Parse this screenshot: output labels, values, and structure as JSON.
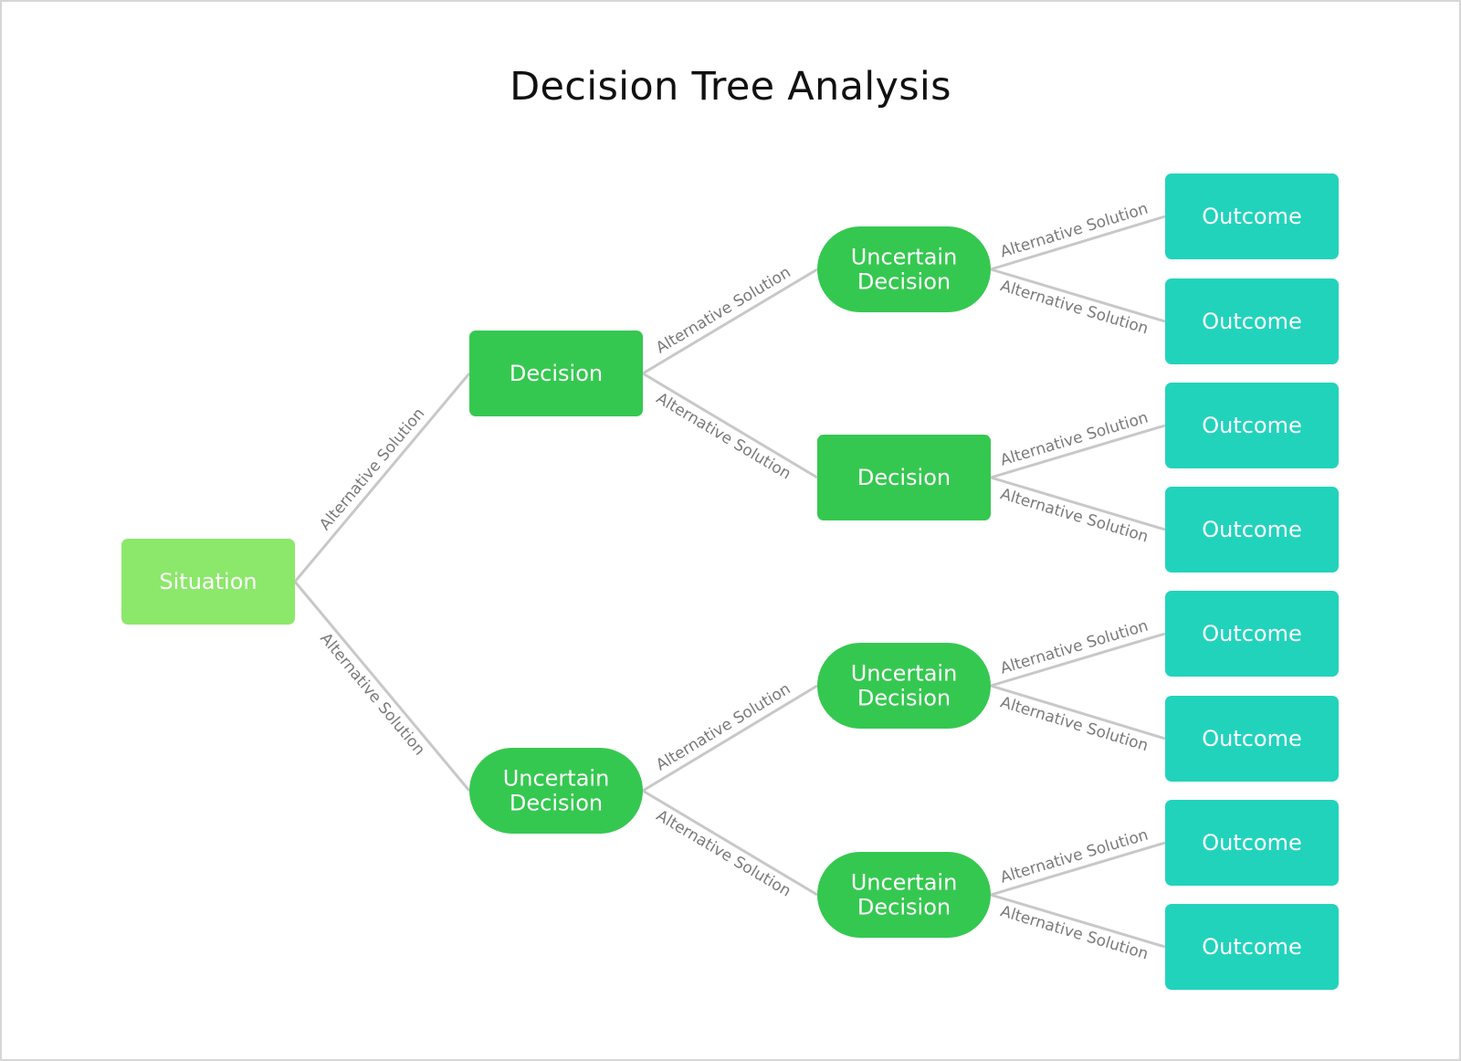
{
  "title": "Decision Tree Analysis",
  "edge_label": "Alternative Solution",
  "colors": {
    "situation": "#8be86a",
    "decision": "#35c850",
    "outcome": "#22d3bc",
    "edge": "#c8c8c8"
  },
  "nodes": [
    {
      "id": "situation",
      "kind": "situation",
      "shape": "rect",
      "lines": [
        "Situation"
      ]
    },
    {
      "id": "decision-1",
      "kind": "decision",
      "shape": "rect",
      "lines": [
        "Decision"
      ]
    },
    {
      "id": "uncertain-1",
      "kind": "decision",
      "shape": "pill",
      "lines": [
        "Uncertain",
        "Decision"
      ]
    },
    {
      "id": "uncertain-2",
      "kind": "decision",
      "shape": "pill",
      "lines": [
        "Uncertain",
        "Decision"
      ]
    },
    {
      "id": "decision-2",
      "kind": "decision",
      "shape": "rect",
      "lines": [
        "Decision"
      ]
    },
    {
      "id": "uncertain-3",
      "kind": "decision",
      "shape": "pill",
      "lines": [
        "Uncertain",
        "Decision"
      ]
    },
    {
      "id": "uncertain-4",
      "kind": "decision",
      "shape": "pill",
      "lines": [
        "Uncertain",
        "Decision"
      ]
    },
    {
      "id": "outcome-1",
      "kind": "outcome",
      "shape": "rect",
      "lines": [
        "Outcome"
      ]
    },
    {
      "id": "outcome-2",
      "kind": "outcome",
      "shape": "rect",
      "lines": [
        "Outcome"
      ]
    },
    {
      "id": "outcome-3",
      "kind": "outcome",
      "shape": "rect",
      "lines": [
        "Outcome"
      ]
    },
    {
      "id": "outcome-4",
      "kind": "outcome",
      "shape": "rect",
      "lines": [
        "Outcome"
      ]
    },
    {
      "id": "outcome-5",
      "kind": "outcome",
      "shape": "rect",
      "lines": [
        "Outcome"
      ]
    },
    {
      "id": "outcome-6",
      "kind": "outcome",
      "shape": "rect",
      "lines": [
        "Outcome"
      ]
    },
    {
      "id": "outcome-7",
      "kind": "outcome",
      "shape": "rect",
      "lines": [
        "Outcome"
      ]
    },
    {
      "id": "outcome-8",
      "kind": "outcome",
      "shape": "rect",
      "lines": [
        "Outcome"
      ]
    }
  ],
  "edges": [
    {
      "from": "situation",
      "to": "decision-1"
    },
    {
      "from": "situation",
      "to": "uncertain-2"
    },
    {
      "from": "decision-1",
      "to": "uncertain-1"
    },
    {
      "from": "decision-1",
      "to": "decision-2"
    },
    {
      "from": "uncertain-2",
      "to": "uncertain-3"
    },
    {
      "from": "uncertain-2",
      "to": "uncertain-4"
    },
    {
      "from": "uncertain-1",
      "to": "outcome-1"
    },
    {
      "from": "uncertain-1",
      "to": "outcome-2"
    },
    {
      "from": "decision-2",
      "to": "outcome-3"
    },
    {
      "from": "decision-2",
      "to": "outcome-4"
    },
    {
      "from": "uncertain-3",
      "to": "outcome-5"
    },
    {
      "from": "uncertain-3",
      "to": "outcome-6"
    },
    {
      "from": "uncertain-4",
      "to": "outcome-7"
    },
    {
      "from": "uncertain-4",
      "to": "outcome-8"
    }
  ]
}
